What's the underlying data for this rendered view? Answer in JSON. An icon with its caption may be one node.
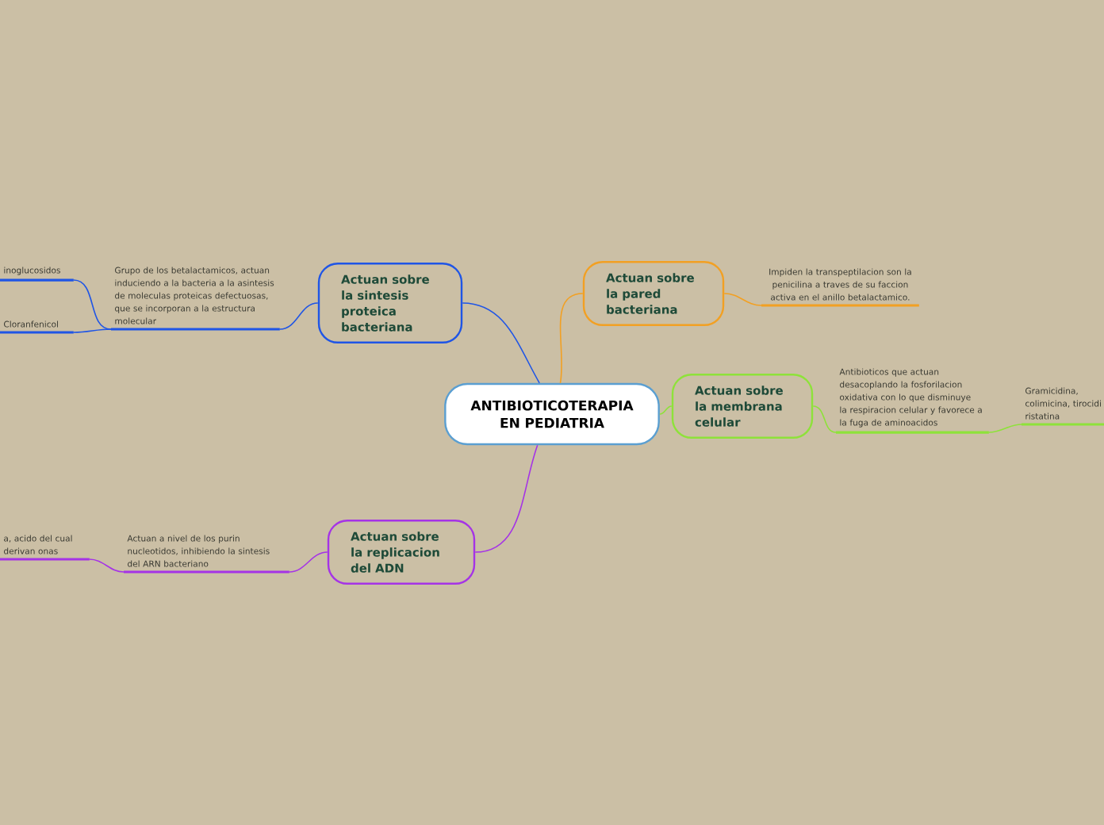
{
  "diagram": {
    "nodes": [
      {
        "text": [
          "ANTIBIOTICOTERAPIA EN PEDIATRIA"
        ]
      },
      {
        "text": [
          "Actuan sobre la sintesis proteica bacteriana"
        ]
      },
      {
        "text": [
          "Grupo de los betalactamicos, actuan induciendo a la bacteria a la asintesis de moleculas proteicas defectuosas, que se incorporan a la estructura molecular"
        ]
      },
      {
        "text": [
          "inoglucosidos"
        ]
      },
      {
        "text": [
          "Cloranfenicol"
        ]
      },
      {
        "text": [
          "Actuan sobre la pared bacteriana"
        ]
      },
      {
        "text": [
          "Impiden la transpeptilacion son la penicilina a traves de su faccion activa en el anillo betalactamico."
        ]
      },
      {
        "text": [
          "Actuan sobre la membrana celular"
        ]
      },
      {
        "text": [
          "Antibioticos que actuan desacoplando la fosforilacion oxidativa con lo que disminuye la respiracion celular y favorece a la fuga de aminoacidos"
        ]
      },
      {
        "text": [
          "Gramicidina, colimicina, tirocidi ristatina"
        ]
      },
      {
        "text": [
          "Actuan sobre la replicacion del ADN"
        ]
      },
      {
        "text": [
          "Actuan a nivel de los purin nucleotidos, inhibiendo la sintesis del ARN bacteriano"
        ]
      },
      {
        "text": [
          "a, acido del cual derivan onas"
        ]
      }
    ],
    "edges": [
      {
        "from": 0,
        "to": 1,
        "arrow": "none",
        "color": "#1f55e6"
      },
      {
        "from": 1,
        "to": 2,
        "arrow": "none",
        "color": "#1f55e6"
      },
      {
        "from": 2,
        "to": 3,
        "arrow": "none",
        "color": "#1f55e6"
      },
      {
        "from": 2,
        "to": 4,
        "arrow": "none",
        "color": "#1f55e6"
      },
      {
        "from": 0,
        "to": 5,
        "arrow": "none",
        "color": "#f2a023"
      },
      {
        "from": 5,
        "to": 6,
        "arrow": "none",
        "color": "#f2a023"
      },
      {
        "from": 0,
        "to": 7,
        "arrow": "none",
        "color": "#8ee23a"
      },
      {
        "from": 7,
        "to": 8,
        "arrow": "none",
        "color": "#8ee23a"
      },
      {
        "from": 8,
        "to": 9,
        "arrow": "none",
        "color": "#8ee23a"
      },
      {
        "from": 0,
        "to": 10,
        "arrow": "none",
        "color": "#a533e6"
      },
      {
        "from": 10,
        "to": 11,
        "arrow": "none",
        "color": "#a533e6"
      },
      {
        "from": 11,
        "to": 12,
        "arrow": "none",
        "color": "#a533e6"
      }
    ]
  }
}
